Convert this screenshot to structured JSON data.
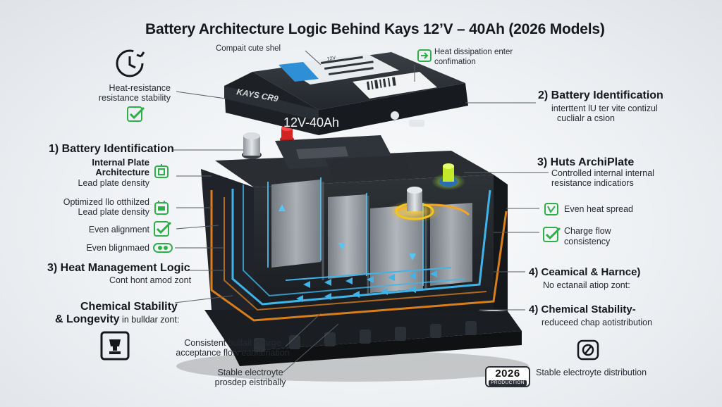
{
  "title": "Battery Architecture Logic Behind Kays    12’V – 40Ah  (2026 Models)",
  "battery": {
    "brand": "KAYS CR9",
    "rating": "12V-40Ah",
    "sticker_code": "12V"
  },
  "callouts": {
    "compact_shell": "Compait cute shel",
    "heat_dissipation": [
      "Heat dissipation  enter",
      "confimation"
    ],
    "heat_resistance": [
      "Heat-resistance",
      "resistance stability"
    ],
    "battery_id_right": {
      "heading": "2) Battery Identification",
      "lines": [
        "interttent lU ter vite contizul",
        "cuclialr a csion"
      ]
    },
    "battery_id_left": {
      "heading": "1) Battery Identification"
    },
    "internal_plate": {
      "heading": [
        "Internal Plate",
        "Architecture"
      ],
      "sub": "Lead plate density"
    },
    "huts_archiplate": {
      "heading": "3) Huts ArchiPlate",
      "lines": [
        "Controlled internal internal",
        "resistance indicatiors"
      ]
    },
    "optimized": [
      "Optimized llo otthilzed",
      "Lead plate density"
    ],
    "even_alignment": "Even alignment",
    "even_blignmaed": "Even blignmaed",
    "even_heat": "Even heat spread",
    "charge_flow": [
      "Charge flow",
      "consistency"
    ],
    "heat_mgmt": {
      "heading": "3) Heat Management Logic",
      "sub": "Cont hont amod zont"
    },
    "ceamical": {
      "heading": "4)  Ceamical & Harnce)",
      "sub": "No ectanail atiop zont:"
    },
    "chem_left": {
      "heading": [
        "Chemical Stability",
        "& Longevity"
      ],
      "inline": " in bulldar zont:"
    },
    "chem_right": {
      "heading": "4) Chemical Stability-",
      "sub": "reduceed chap aotistribution"
    },
    "consistent": [
      "Consistent bulfait charge",
      "acceptance flow eadiamation"
    ],
    "stable_bottom": [
      "Stable electroyte",
      "prosdep eistribally"
    ],
    "badge_year": "2026",
    "badge_tag": "PRODUCTION",
    "stable_right": "Stable electroyte distribution"
  },
  "colors": {
    "accent_green": "#2fae4a",
    "flow_blue": "#3fb4ea",
    "heat_orange": "#f08a1c",
    "casing_dark": "#1f2328"
  },
  "icons": [
    "clock-icon",
    "checkmark-icon",
    "arrow-box-icon",
    "plate-icon",
    "battery-icon",
    "toggle-icon",
    "cup-icon",
    "gauge-icon"
  ]
}
